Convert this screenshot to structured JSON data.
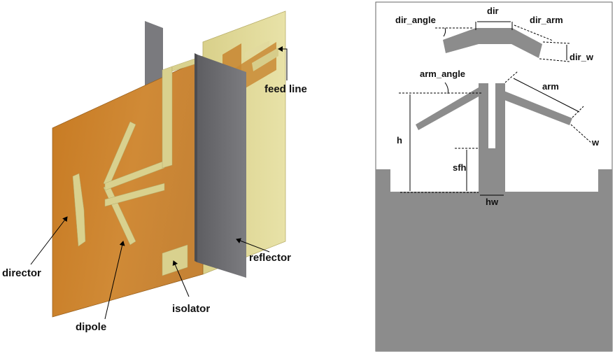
{
  "left_panel": {
    "labels": {
      "feed_line": "feed line",
      "director": "director",
      "dipole": "dipole",
      "isolator": "isolator",
      "reflector": "reflector"
    }
  },
  "right_panel": {
    "labels": {
      "dir": "dir",
      "dir_angle": "dir_angle",
      "dir_arm": "dir_arm",
      "dir_w": "dir_w",
      "arm_angle": "arm_angle",
      "arm": "arm",
      "w": "w",
      "h": "h",
      "sfh": "sfh",
      "hw": "hw"
    }
  },
  "colors": {
    "substrate": "#C97F2B",
    "substrate_back": "#DCD48E",
    "copper_trace": "#D8D08A",
    "reflector": "#6E6E72",
    "ground_gray": "#8C8C8C"
  }
}
